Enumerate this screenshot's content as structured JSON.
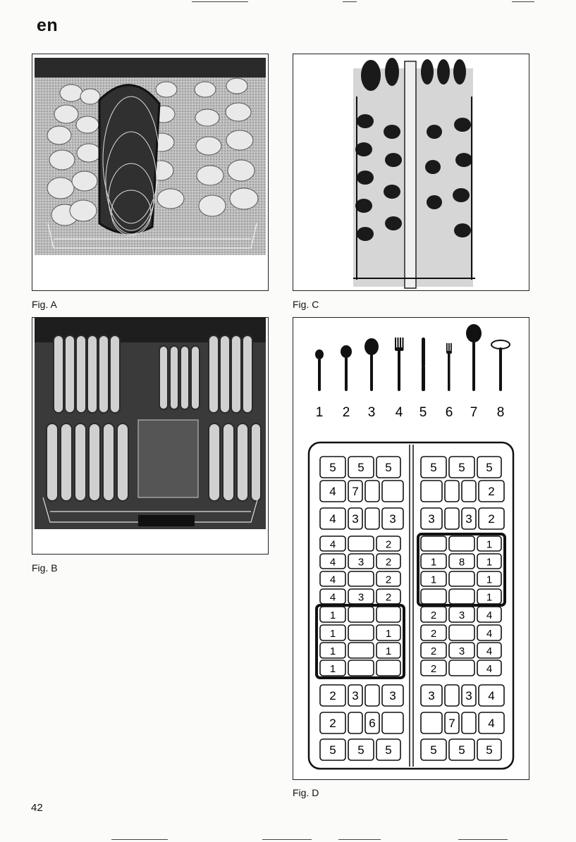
{
  "header": {
    "language_code": "en"
  },
  "figures": {
    "fig_a": {
      "caption": "Fig. A"
    },
    "fig_b": {
      "caption": "Fig. B"
    },
    "fig_c": {
      "caption": "Fig. C"
    },
    "fig_d": {
      "caption": "Fig. D",
      "cutlery_numbers": [
        "1",
        "2",
        "3",
        "4",
        "5",
        "6",
        "7",
        "8"
      ],
      "left_rows": [
        [
          "5",
          "5",
          "5"
        ],
        [
          "4",
          "7",
          "",
          ""
        ],
        [
          "4",
          "3",
          "",
          "3"
        ],
        [
          "4",
          "",
          "2"
        ],
        [
          "4",
          "3",
          "2"
        ],
        [
          "4",
          "",
          "2"
        ],
        [
          "4",
          "3",
          "2"
        ],
        [
          "1",
          "",
          ""
        ],
        [
          "1",
          "",
          "1"
        ],
        [
          "1",
          "",
          "1"
        ],
        [
          "1",
          "",
          ""
        ],
        [
          "2",
          "3",
          "",
          "3"
        ],
        [
          "2",
          "",
          "6",
          ""
        ],
        [
          "5",
          "5",
          "5"
        ]
      ],
      "right_rows": [
        [
          "5",
          "5",
          "5"
        ],
        [
          "",
          "",
          "",
          "2"
        ],
        [
          "3",
          "",
          "3",
          "2"
        ],
        [
          "",
          "",
          "1"
        ],
        [
          "1",
          "8",
          "1"
        ],
        [
          "1",
          "",
          "1"
        ],
        [
          "",
          "",
          "1"
        ],
        [
          "2",
          "3",
          "4"
        ],
        [
          "2",
          "",
          "4"
        ],
        [
          "2",
          "3",
          "4"
        ],
        [
          "2",
          "",
          "4"
        ],
        [
          "3",
          "",
          "3",
          "4"
        ],
        [
          "",
          "7",
          "",
          "4"
        ],
        [
          "5",
          "5",
          "5"
        ]
      ]
    }
  },
  "footer": {
    "page_number": "42"
  }
}
